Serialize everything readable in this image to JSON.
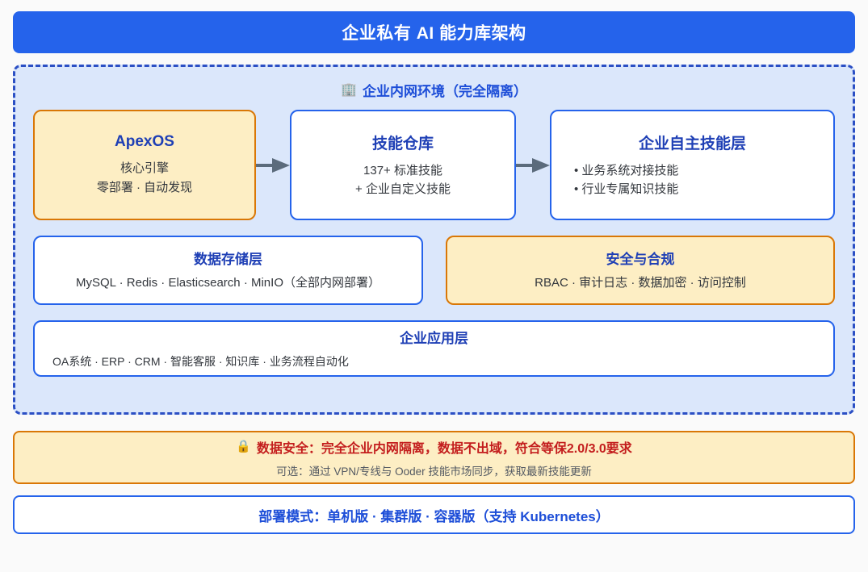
{
  "header": {
    "title": "企业私有 AI 能力库架构",
    "bg_color": "#2563eb",
    "text_color": "#ffffff"
  },
  "intranet_panel": {
    "icon": "building-icon",
    "icon_glyph": "🏢",
    "title": "企业内网环境（完全隔离）",
    "border_color": "#2b4fc4",
    "bg_color": "#dbe7fb",
    "flow_cards": [
      {
        "name": "apexos",
        "title": "ApexOS",
        "lines": [
          "核心引擎",
          "零部署 · 自动发现"
        ],
        "style": "accent",
        "border_color": "#d97706",
        "bg_color": "#fdeec4"
      },
      {
        "name": "skill-repository",
        "title": "技能仓库",
        "lines": [
          "137+ 标准技能",
          "+ 企业自定义技能"
        ],
        "style": "plain",
        "border_color": "#2563eb",
        "bg_color": "#ffffff"
      },
      {
        "name": "enterprise-skill-layer",
        "title": "企业自主技能层",
        "lines": [
          "• 业务系统对接技能",
          "• 行业专属知识技能"
        ],
        "style": "plain-bullets",
        "border_color": "#2563eb",
        "bg_color": "#ffffff"
      }
    ],
    "arrows": [
      {
        "name": "flow-arrow-1",
        "color": "#5b6b7c"
      },
      {
        "name": "flow-arrow-2",
        "color": "#5b6b7c"
      }
    ],
    "mid_cards": [
      {
        "name": "data-storage-layer",
        "title": "数据存储层",
        "lines": [
          "MySQL · Redis · Elasticsearch · MinIO（全部内网部署）"
        ],
        "style": "plain"
      },
      {
        "name": "security-compliance",
        "title": "安全与合规",
        "lines": [
          "RBAC · 审计日志 · 数据加密 · 访问控制"
        ],
        "style": "accent"
      }
    ],
    "app_card": {
      "name": "enterprise-application-layer",
      "title": "企业应用层",
      "lines": [
        "OA系统 · ERP · CRM · 智能客服 · 知识库 · 业务流程自动化"
      ]
    }
  },
  "notice": {
    "icon": "lock-icon",
    "icon_glyph": "🔒",
    "main": "数据安全：完全企业内网隔离，数据不出域，符合等保2.0/3.0要求",
    "sub": "可选：通过 VPN/专线与 Ooder 技能市场同步，获取最新技能更新",
    "main_color": "#c31d1d",
    "bg_color": "#fdeec4",
    "border_color": "#d97706"
  },
  "deploy": {
    "text": "部署模式：单机版 · 集群版 · 容器版（支持 Kubernetes）",
    "text_color": "#1d4ed8",
    "border_color": "#2563eb"
  }
}
